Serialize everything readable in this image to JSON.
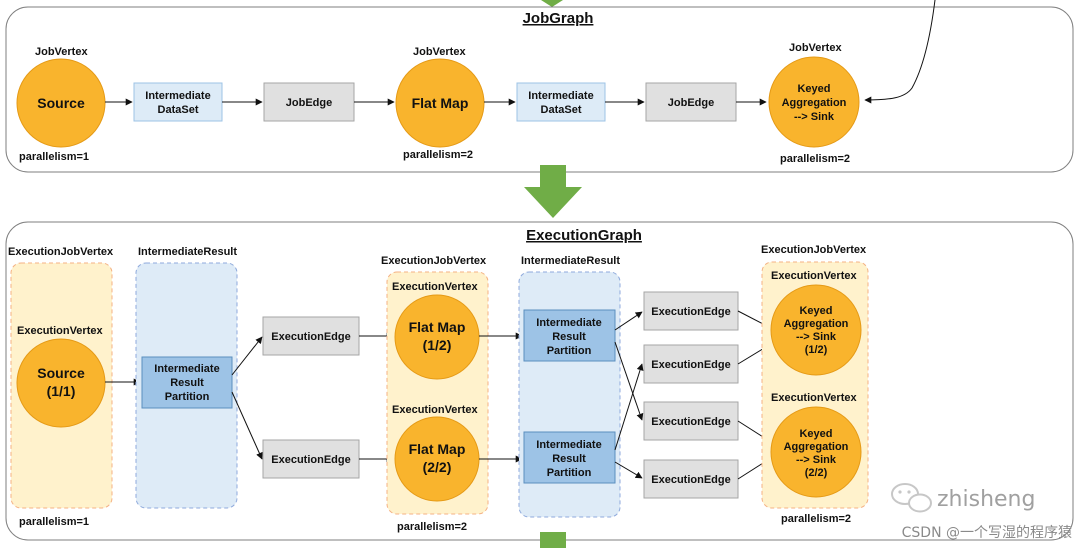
{
  "job_graph": {
    "title": "JobGraph",
    "source": {
      "kind": "JobVertex",
      "label": "Source",
      "parallelism": "parallelism=1"
    },
    "dataset1": {
      "line1": "Intermediate",
      "line2": "DataSet"
    },
    "edge1": {
      "label": "JobEdge"
    },
    "flatmap": {
      "kind": "JobVertex",
      "label": "Flat Map",
      "parallelism": "parallelism=2"
    },
    "dataset2": {
      "line1": "Intermediate",
      "line2": "DataSet"
    },
    "edge2": {
      "label": "JobEdge"
    },
    "sink": {
      "kind": "JobVertex",
      "line1": "Keyed",
      "line2": "Aggregation",
      "line3": "--> Sink",
      "parallelism": "parallelism=2"
    }
  },
  "execution_graph": {
    "title": "ExecutionGraph",
    "col1": {
      "header": "ExecutionJobVertex",
      "vertex_label": "ExecutionVertex",
      "source_line1": "Source",
      "source_line2": "(1/1)",
      "parallelism": "parallelism=1"
    },
    "col2": {
      "header": "IntermediateResult",
      "partition": {
        "line1": "Intermediate",
        "line2": "Result",
        "line3": "Partition"
      }
    },
    "edges_left": [
      "ExecutionEdge",
      "ExecutionEdge"
    ],
    "col3": {
      "header": "ExecutionJobVertex",
      "vertex_label_top": "ExecutionVertex",
      "fm1_line1": "Flat Map",
      "fm1_line2": "(1/2)",
      "vertex_label_bottom": "ExecutionVertex",
      "fm2_line1": "Flat Map",
      "fm2_line2": "(2/2)",
      "parallelism": "parallelism=2"
    },
    "col4": {
      "header": "IntermediateResult",
      "partition_top": {
        "line1": "Intermediate",
        "line2": "Result",
        "line3": "Partition"
      },
      "partition_bottom": {
        "line1": "Intermediate",
        "line2": "Result",
        "line3": "Partition"
      }
    },
    "edges_right": [
      "ExecutionEdge",
      "ExecutionEdge",
      "ExecutionEdge",
      "ExecutionEdge"
    ],
    "col5": {
      "header": "ExecutionJobVertex",
      "vertex_label_top": "ExecutionVertex",
      "sink1": {
        "line1": "Keyed",
        "line2": "Aggregation",
        "line3": "--> Sink",
        "line4": "(1/2)"
      },
      "vertex_label_bottom": "ExecutionVertex",
      "sink2": {
        "line1": "Keyed",
        "line2": "Aggregation",
        "line3": "--> Sink",
        "line4": "(2/2)"
      },
      "parallelism": "parallelism=2"
    }
  },
  "watermark": {
    "brand": "zhisheng",
    "credit": "CSDN @一个写湿的程序猿"
  },
  "colors": {
    "vertex_fill": "#F9B42D",
    "vertex_stroke": "#E59A16",
    "dataset_fill": "#DDEBF7",
    "dataset_stroke": "#9DC3E6",
    "edge_fill": "#E0E0E0",
    "edge_stroke": "#A6A6A6",
    "partition_fill": "#9DC3E6",
    "partition_stroke": "#5B8FBF",
    "ejv_fill": "#FFF2CC",
    "ejv_stroke": "#F4B183",
    "ir_fill": "#DEEBF7",
    "ir_stroke": "#8FAADC",
    "arrow_green": "#70AD47"
  }
}
